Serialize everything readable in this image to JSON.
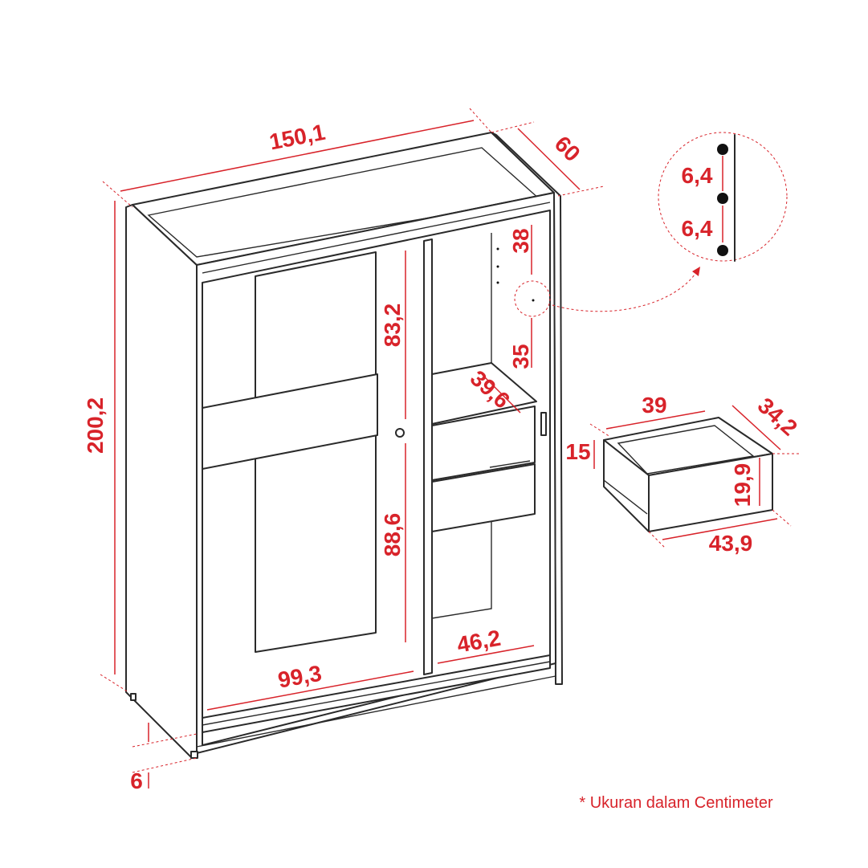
{
  "dimensions": {
    "width": "150,1",
    "depth": "60",
    "height": "200,2",
    "base_height": "6",
    "upper_compartment": "83,2",
    "lower_compartment": "88,6",
    "left_bottom_width": "99,3",
    "right_bottom_width": "46,2",
    "shelf_top_gap": "38",
    "shelf_mid_gap": "35",
    "shelf_depth": "39,6",
    "hole_spacing_1": "6,4",
    "hole_spacing_2": "6,4"
  },
  "drawer": {
    "inner_width": "39",
    "depth": "34,2",
    "side_height": "15",
    "front_height": "19,9",
    "front_width": "43,9"
  },
  "note": "* Ukuran dalam Centimeter",
  "colors": {
    "dimension": "#d8232a",
    "outline": "#2a2a2a",
    "background": "#ffffff"
  }
}
